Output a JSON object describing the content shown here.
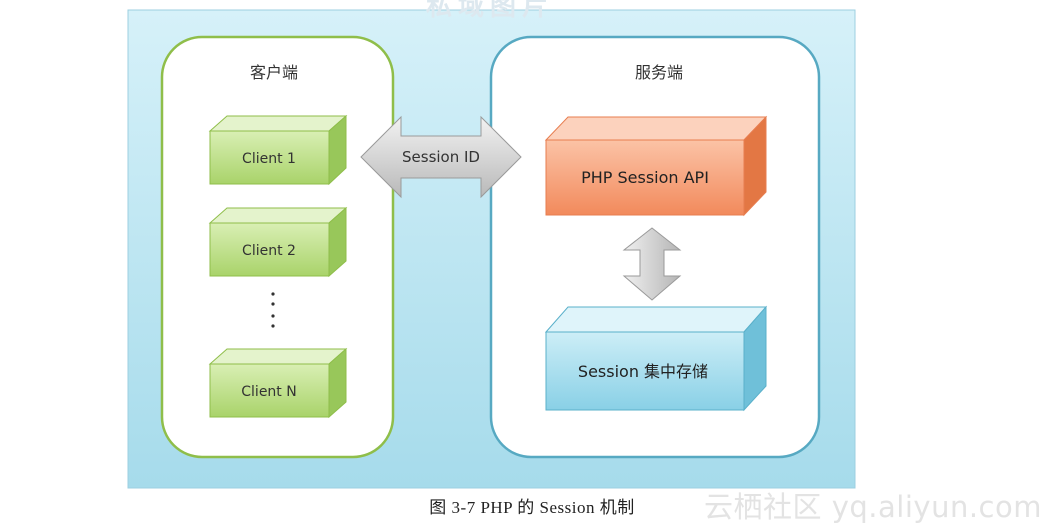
{
  "diagram": {
    "client_panel": {
      "title": "客户端"
    },
    "server_panel": {
      "title": "服务端"
    },
    "clients": [
      {
        "label": "Client 1"
      },
      {
        "label": "Client 2"
      },
      {
        "label": "Client N"
      }
    ],
    "ellipsis": "⋮",
    "session_id_arrow": {
      "label": "Session ID"
    },
    "php_session_api": {
      "label": "PHP Session API"
    },
    "session_storage": {
      "label": "Session 集中存储"
    }
  },
  "caption": "图 3-7    PHP 的 Session 机制",
  "watermark": "云栖社区 yq.aliyun.com",
  "top_watermark": "私域图片",
  "colors": {
    "background_top": "#cdeef7",
    "background_bottom": "#a8dcec",
    "client_border": "#8fbe4a",
    "server_border": "#57a9c2",
    "client_box": "#bde08a",
    "api_box": "#f5986e",
    "storage_box": "#9ed9ea",
    "arrow": "#d4d4d4"
  }
}
